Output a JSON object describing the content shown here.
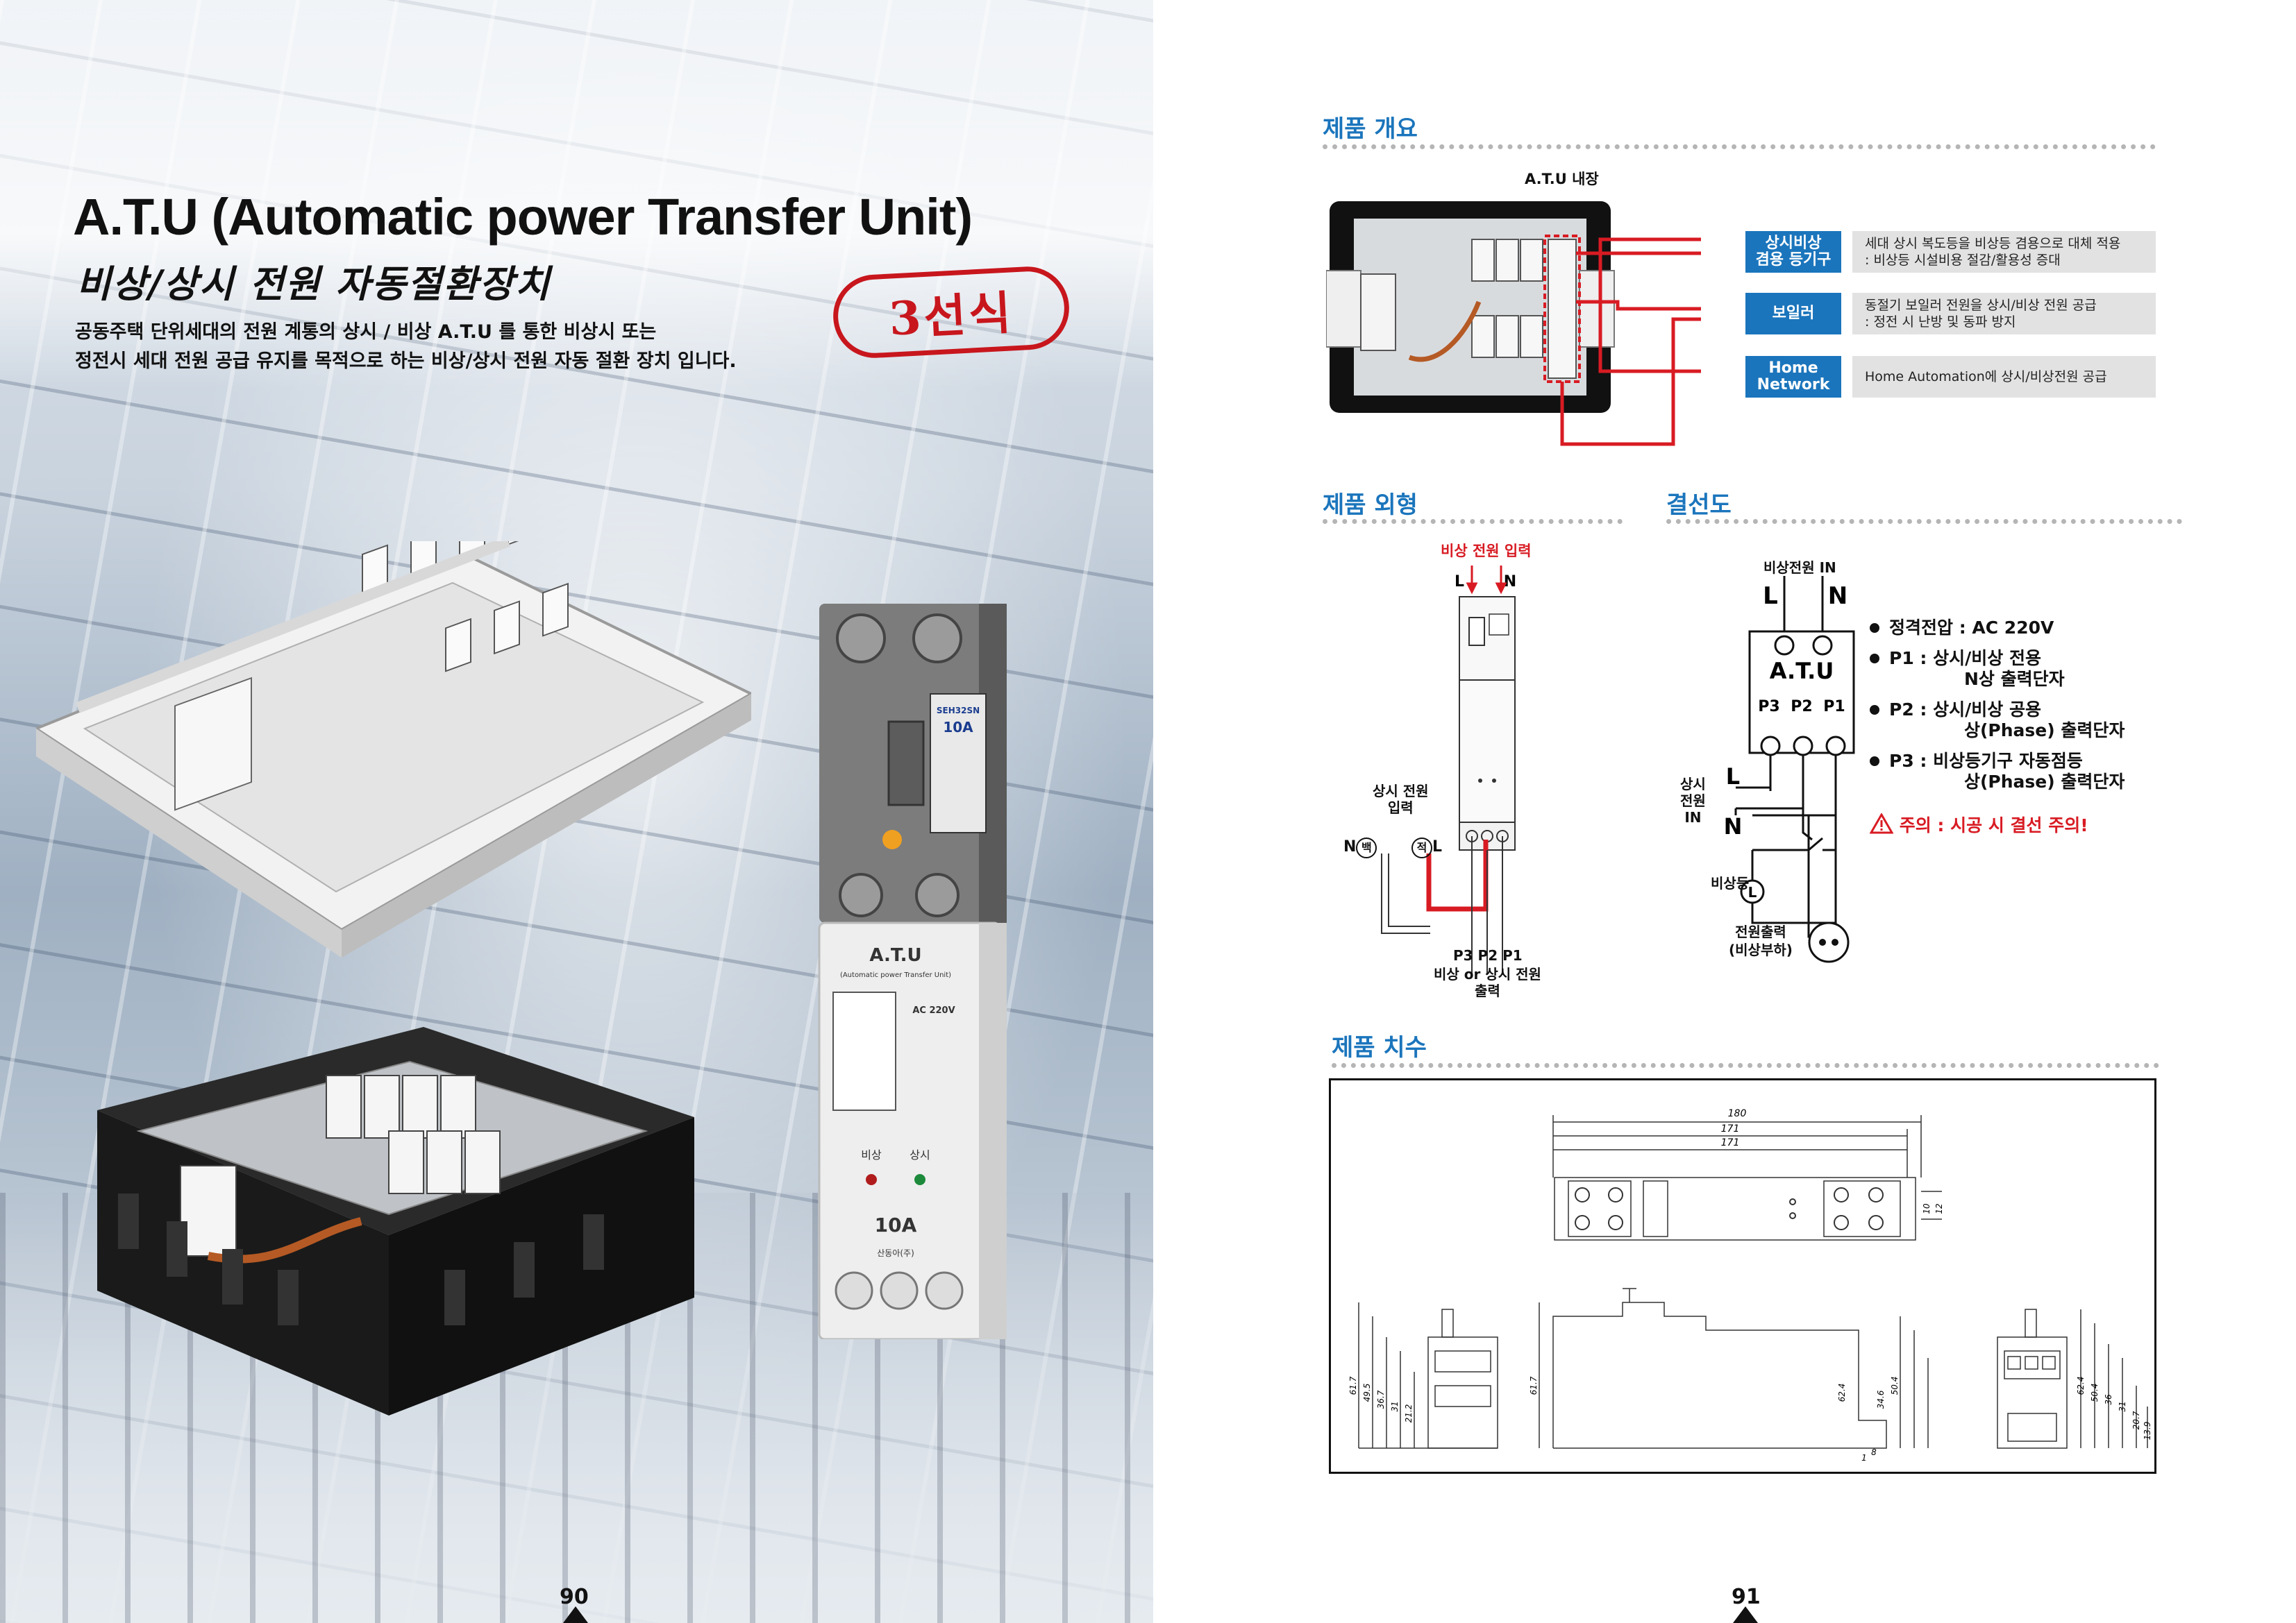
{
  "left": {
    "title_en": "A.T.U (Automatic power Transfer Unit)",
    "title_ko": "비상/상시 전원 자동절환장치",
    "intro_lines": [
      "공동주택 단위세대의 전원 계통의 상시 / 비상 A.T.U 를 통한 비상시 또는",
      "정전시 세대 전원 공급 유지를 목적으로 하는 비상/상시 전원 자동 절환 장치 입니다."
    ],
    "stamp": "3선식",
    "page_number": "90",
    "breaker": {
      "model": "SEH32SN",
      "rating": "10A",
      "label": "A.T.U",
      "sublabel": "(Automatic power Transfer Unit)",
      "voltage": "AC 220V",
      "indicator_emergency": "비상",
      "indicator_normal": "상시",
      "bottom_rating": "10A",
      "maker": "산동아(주)"
    }
  },
  "right": {
    "page_number": "91",
    "overview": {
      "title": "제품 개요",
      "internal_label": "A.T.U 내장",
      "items": [
        {
          "label_line1": "상시비상",
          "label_line2": "겸용 등기구",
          "desc_line1": "세대 상시 복도등을 비상등 겸용으로 대체 적용",
          "desc_line2": ": 비상등 시설비용 절감/활용성 증대"
        },
        {
          "label_line1": "보일러",
          "label_line2": "",
          "desc_line1": "동절기 보일러 전원을 상시/비상 전원 공급",
          "desc_line2": ": 정전 시 난방 및 동파 방지"
        },
        {
          "label_line1": "Home",
          "label_line2": "Network",
          "desc_line1": "Home Automation에 상시/비상전원 공급",
          "desc_line2": ""
        }
      ]
    },
    "appearance": {
      "title": "제품 외형",
      "emergency_input": "비상 전원 입력",
      "L": "L",
      "N": "N",
      "normal_input_1": "상시 전원",
      "normal_input_2": "입력",
      "N_white": "N",
      "white": "백",
      "red": "적",
      "L2": "L",
      "terminals": "P3 P2 P1",
      "output_1": "비상 or 상시 전원",
      "output_2": "출력"
    },
    "wiring": {
      "title": "결선도",
      "emergency_in": "비상전원 IN",
      "L": "L",
      "N": "N",
      "atu": "A.T.U",
      "p3": "P3",
      "p2": "P2",
      "p1": "P1",
      "normal_in_1": "상시",
      "normal_in_2": "전원",
      "normal_in_3": "IN",
      "L_side": "L",
      "N_side": "N",
      "lamp_label": "비상등",
      "lamp_symbol": "L",
      "output_1": "전원출력",
      "output_2": "(비상부하)",
      "specs": [
        {
          "line1": "정격전압 : AC 220V",
          "line2": ""
        },
        {
          "line1": "P1 : 상시/비상 전용",
          "line2": "N상 출력단자"
        },
        {
          "line1": "P2 : 상시/비상 공용",
          "line2": "상(Phase) 출력단자"
        },
        {
          "line1": "P3 : 비상등기구 자동점등",
          "line2": "상(Phase) 출력단자"
        }
      ],
      "warning": "주의 : 시공 시 결선 주의!"
    },
    "dimensions": {
      "title": "제품 치수",
      "top": [
        "180",
        "171",
        "171"
      ],
      "right_small": [
        "10",
        "12"
      ],
      "side_left": [
        "61.7",
        "49.5",
        "36.7",
        "31",
        "21.2"
      ],
      "front_left": [
        "61.7"
      ],
      "front_right": [
        "62.4",
        "50.4",
        "34.6",
        "8",
        "1"
      ],
      "side_right": [
        "62.4",
        "50.4",
        "36",
        "31",
        "20.7",
        "13.9"
      ]
    }
  }
}
